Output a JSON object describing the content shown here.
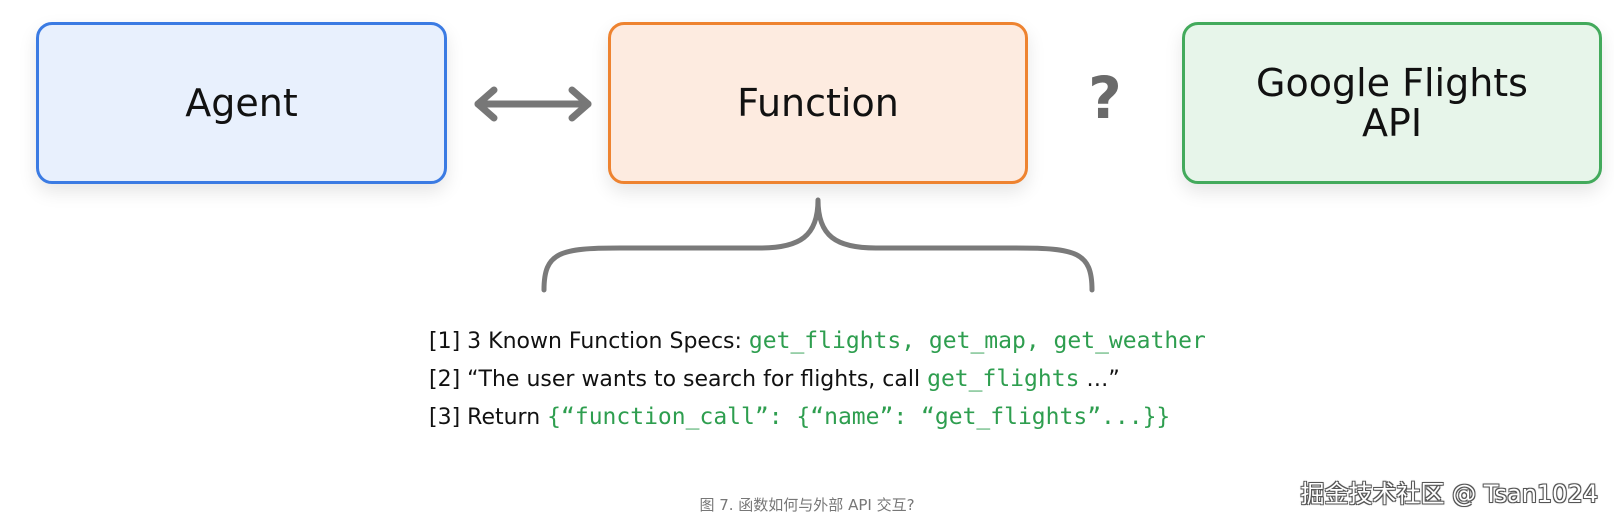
{
  "diagram": {
    "boxes": {
      "agent": {
        "label": "Agent",
        "border_color": "#3b7be3",
        "fill_color": "#e8f0fd"
      },
      "function": {
        "label": "Function",
        "border_color": "#ee8330",
        "fill_color": "#fdebe0"
      },
      "api": {
        "label": "Google Flights\nAPI",
        "border_color": "#43aa5c",
        "fill_color": "#e7f5ea"
      }
    },
    "connector_agent_function": "double-arrow",
    "unknown_link_symbol": "?",
    "specs": [
      {
        "prefix": "[1] 3 Known Function Specs: ",
        "code": "get_flights, get_map, get_weather",
        "suffix": ""
      },
      {
        "prefix": "[2] “The user wants to search for flights, call ",
        "code": "get_flights",
        "suffix": " …”"
      },
      {
        "prefix": "[3] Return ",
        "code": "{“function_call”: {“name”: “get_flights”...}}",
        "suffix": ""
      }
    ],
    "code_color": "#2e9e4f"
  },
  "caption": "图 7. 函数如何与外部 API 交互?",
  "watermark": "掘金技术社区 @ Tsan1024"
}
